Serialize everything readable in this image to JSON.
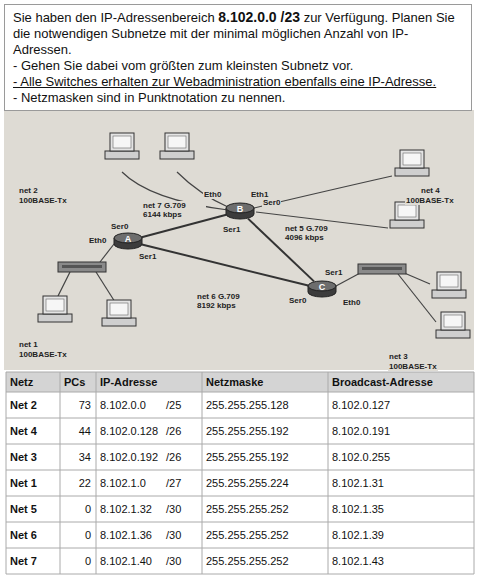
{
  "diagram": {
    "nodes": [
      {
        "text": [
          "Sie haben den IP-Adressenbereich",
          "8.102.0.0 /23",
          "zur Verfügung. Planen Sie die notwendigen Subnetze mit der minimal möglichen Anzahl von IP-Adressen.",
          "- Gehen Sie dabei vom größten zum kleinsten Subnetz vor.",
          "- Alle Switches erhalten zur Webadministration ebenfalls eine IP-Adresse.",
          "- Netzmasken sind in Punktnotation zu nennen."
        ]
      },
      {
        "text": [
          "A"
        ]
      },
      {
        "text": [
          "B"
        ]
      },
      {
        "text": [
          "C"
        ]
      }
    ],
    "edges": [
      {
        "from": 1,
        "to": 2,
        "arrow": "none",
        "label": "net 7 G.709 6144 kbps"
      },
      {
        "from": 1,
        "to": 3,
        "arrow": "none",
        "label": "net 6 G.709 8192 kbps"
      },
      {
        "from": 2,
        "to": 3,
        "arrow": "none",
        "label": "net 5 G.709 4096 kbps"
      }
    ],
    "labels": [
      "net 2",
      "100BASE-Tx",
      "net 4",
      "100BASE-Tx",
      "Eth0",
      "Eth1",
      "Ser0",
      "Ser1",
      "Ser0",
      "Eth0",
      "Ser1",
      "Ser1",
      "Ser0",
      "Eth0",
      "net 1",
      "100BASE-Tx",
      "net 3",
      "100BASE-Tx",
      "Netz",
      "PCs",
      "IP-Adresse",
      "Netzmaske",
      "Broadcast-Adresse",
      "Net 2",
      "73",
      "8.102.0.0",
      "/25",
      "255.255.255.128",
      "8.102.0.127",
      "Net 4",
      "44",
      "8.102.0.128",
      "/26",
      "255.255.255.192",
      "8.102.0.191",
      "Net 3",
      "34",
      "8.102.0.192",
      "/26",
      "255.255.255.192",
      "8.102.0.255",
      "Net 1",
      "22",
      "8.102.1.0",
      "/27",
      "255.255.255.224",
      "8.102.1.31",
      "Net 5",
      "0",
      "8.102.1.32",
      "/30",
      "255.255.255.252",
      "8.102.1.35",
      "Net 6",
      "0",
      "8.102.1.36",
      "/30",
      "255.255.255.252",
      "8.102.1.39",
      "Net 7",
      "0",
      "8.102.1.40",
      "/30",
      "255.255.255.252",
      "8.102.1.43"
    ]
  }
}
